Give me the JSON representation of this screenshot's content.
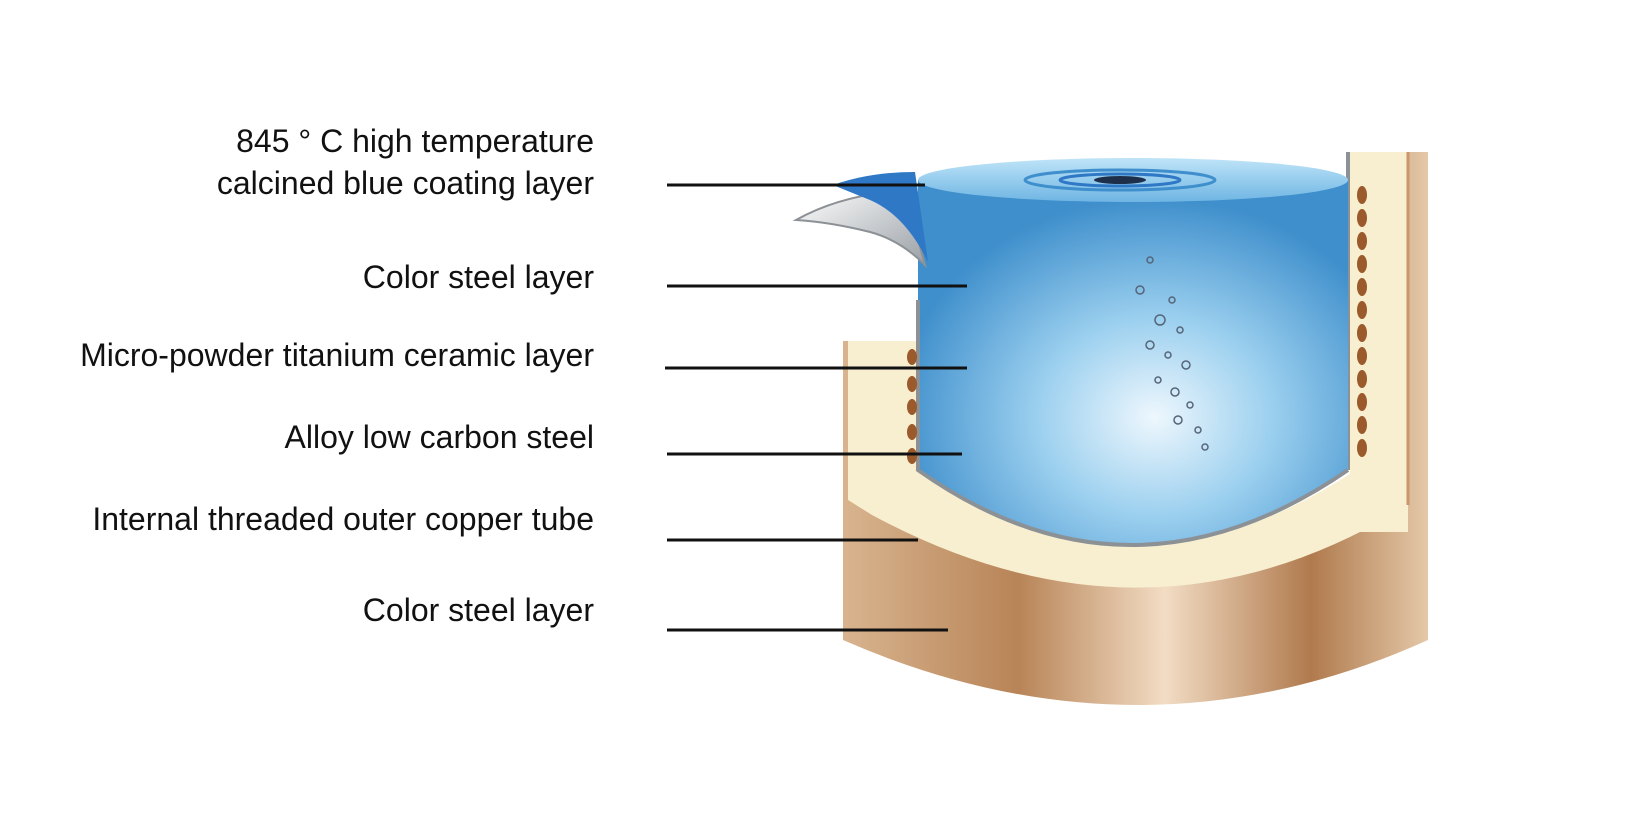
{
  "labels": {
    "coating_line1": "845 ° C high temperature",
    "coating_line2": "calcined blue coating layer",
    "color_steel_top": "Color steel layer",
    "titanium": "Micro-powder titanium ceramic layer",
    "alloy": "Alloy low carbon steel",
    "copper": "Internal threaded outer copper tube",
    "color_steel_bottom": "Color steel layer"
  },
  "colors": {
    "leader_line": "#111111",
    "outer_shell": "#c9976a",
    "insulation": "#f7efcf",
    "inner_pot": "#5fa6d8",
    "blue_coating": "#2f78c6",
    "steel": "#9ea3a8",
    "copper_coil": "#9a5a2c"
  }
}
